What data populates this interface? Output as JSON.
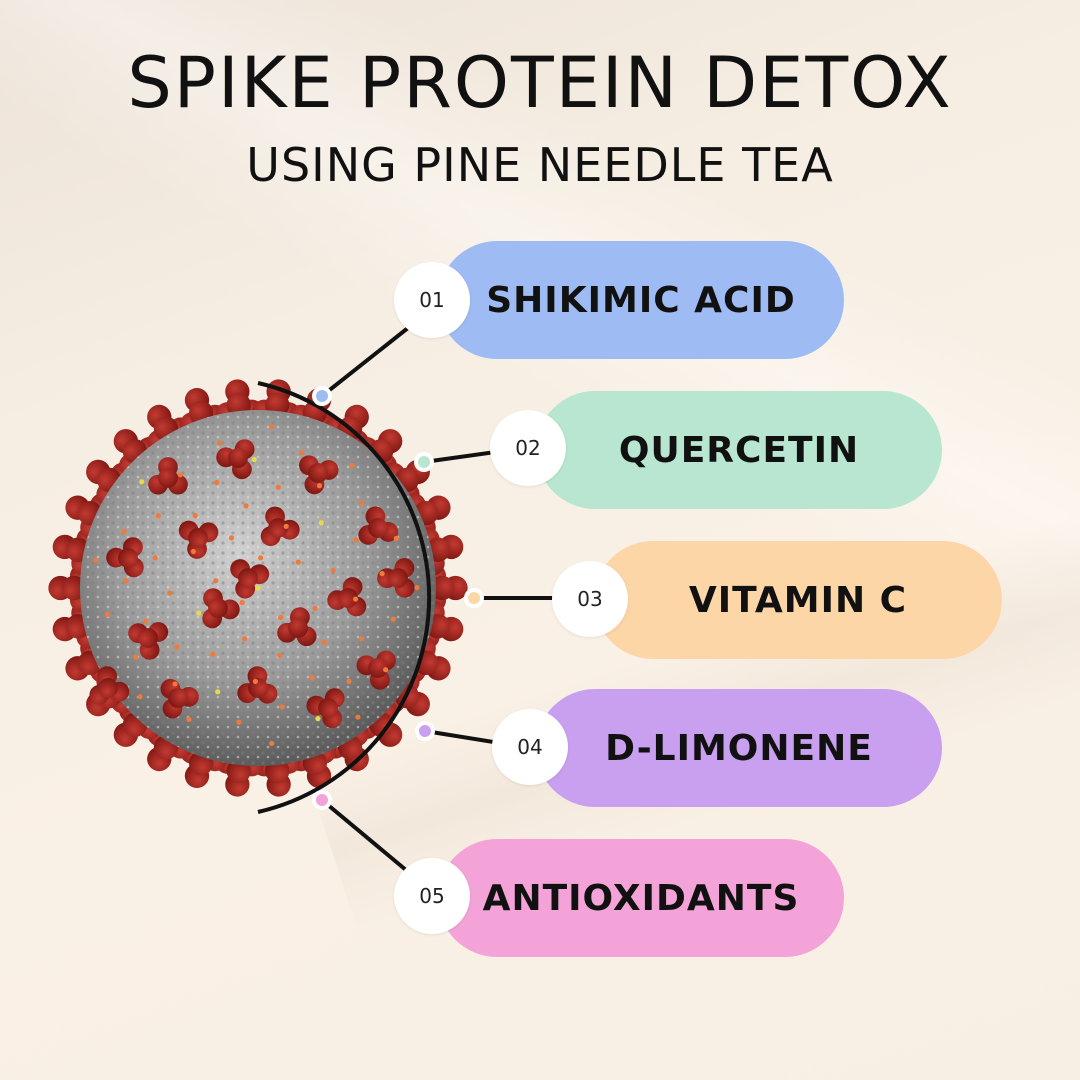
{
  "title": "SPIKE PROTEIN DETOX",
  "subtitle": "USING PINE NEEDLE TEA",
  "items": [
    {
      "number": "01",
      "label": "SHIKIMIC ACID",
      "color": "#9fbbf3"
    },
    {
      "number": "02",
      "label": "QUERCETIN",
      "color": "#b8e6d0"
    },
    {
      "number": "03",
      "label": "VITAMIN C",
      "color": "#fdd6a7"
    },
    {
      "number": "04",
      "label": "D-LIMONENE",
      "color": "#c99ff0"
    },
    {
      "number": "05",
      "label": "ANTIOXIDANTS",
      "color": "#f3a3d8"
    }
  ]
}
